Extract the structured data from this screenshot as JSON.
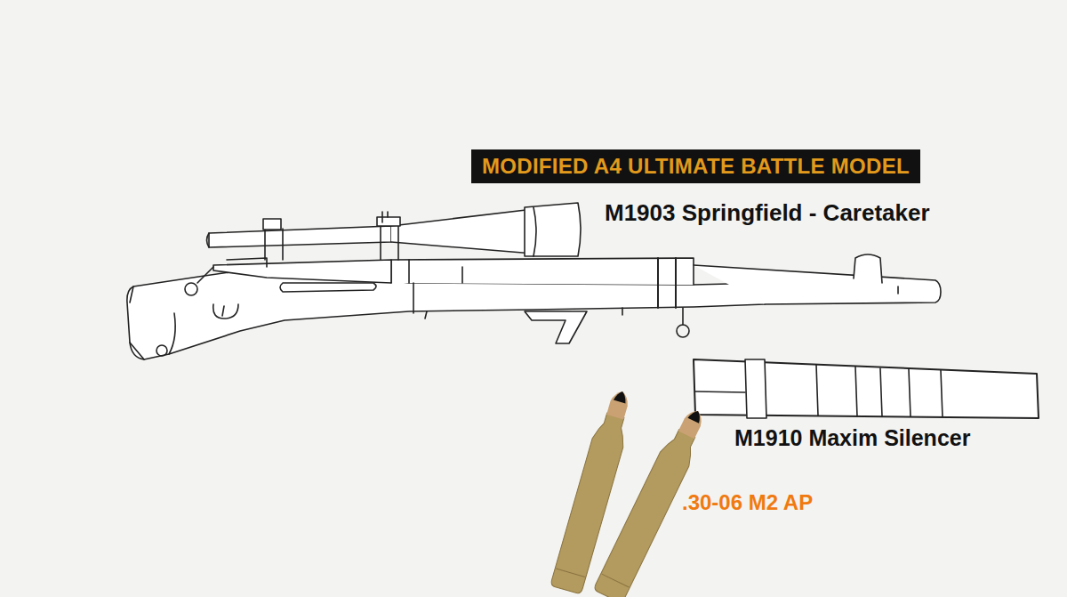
{
  "diagram": {
    "nodes": [
      {
        "text": [
          "MODIFIED A4 ULTIMATE BATTLE MODEL"
        ]
      }
    ],
    "labels": [
      "M1903 Springfield - Caretaker",
      "M1910 Maxim Silencer",
      ".30-06 M2 AP"
    ]
  }
}
